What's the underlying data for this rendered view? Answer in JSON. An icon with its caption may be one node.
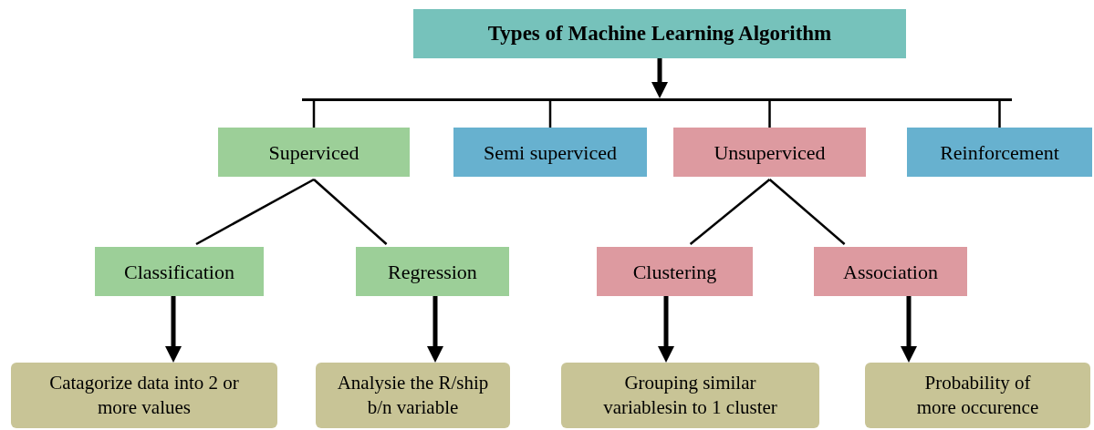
{
  "diagram": {
    "nodes": [
      {
        "text": [
          "Types of  Machine Learning Algorithm"
        ]
      },
      {
        "text": [
          "Superviced"
        ]
      },
      {
        "text": [
          "Semi superviced"
        ]
      },
      {
        "text": [
          "Unsuperviced"
        ]
      },
      {
        "text": [
          "Reinforcement"
        ]
      },
      {
        "text": [
          "Classification"
        ]
      },
      {
        "text": [
          "Regression"
        ]
      },
      {
        "text": [
          "Clustering"
        ]
      },
      {
        "text": [
          "Association"
        ]
      },
      {
        "text": [
          "Catagorize data into 2 or more values"
        ]
      },
      {
        "text": [
          "Analysie the R/ship b/n variable"
        ]
      },
      {
        "text": [
          "Grouping similar variablesin to 1 cluster"
        ]
      },
      {
        "text": [
          "Probability of more occurence"
        ]
      },
      {
        "text": [],
        "shape": "bar"
      }
    ],
    "edges": [
      {
        "from": 0,
        "to": 13,
        "arrow": "to",
        "style": "thick"
      },
      {
        "from": 13,
        "to": 1,
        "arrow": "none"
      },
      {
        "from": 13,
        "to": 2,
        "arrow": "none"
      },
      {
        "from": 13,
        "to": 3,
        "arrow": "none"
      },
      {
        "from": 13,
        "to": 4,
        "arrow": "none"
      },
      {
        "from": 1,
        "to": 5,
        "arrow": "none"
      },
      {
        "from": 1,
        "to": 6,
        "arrow": "none"
      },
      {
        "from": 3,
        "to": 7,
        "arrow": "none"
      },
      {
        "from": 3,
        "to": 8,
        "arrow": "none"
      },
      {
        "from": 5,
        "to": 9,
        "arrow": "to",
        "style": "thick"
      },
      {
        "from": 6,
        "to": 10,
        "arrow": "to",
        "style": "thick"
      },
      {
        "from": 7,
        "to": 11,
        "arrow": "to",
        "style": "thick"
      },
      {
        "from": 8,
        "to": 12,
        "arrow": "to",
        "style": "thick"
      }
    ]
  }
}
